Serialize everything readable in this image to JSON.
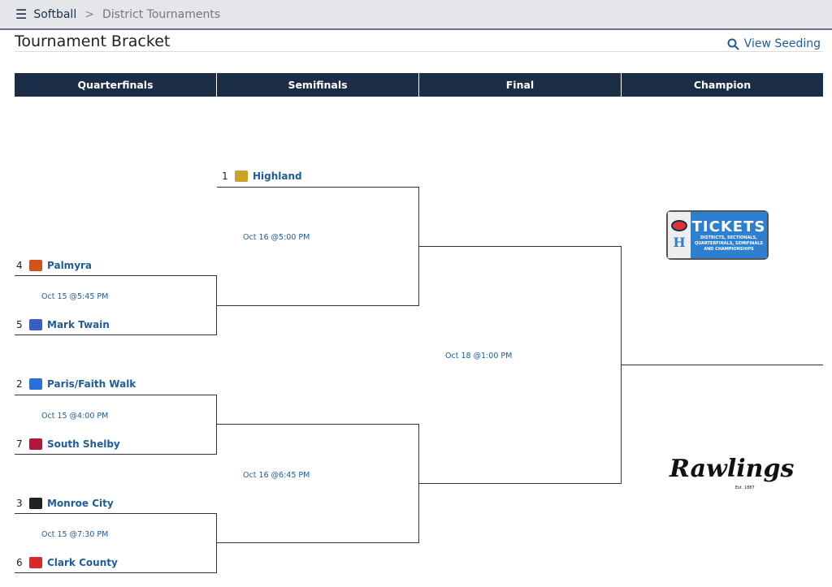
{
  "nav": {
    "menu_icon": "hamburger-icon",
    "breadcrumb": [
      "Softball",
      "District Tournaments"
    ],
    "separator": ">"
  },
  "title": "Tournament Bracket",
  "view_seeding": "View Seeding",
  "rounds": [
    "Quarterfinals",
    "Semifinals",
    "Final",
    "Champion"
  ],
  "teams": {
    "highland": {
      "seed": "1",
      "name": "Highland",
      "color": "#c9a227"
    },
    "palmyra": {
      "seed": "4",
      "name": "Palmyra",
      "color": "#d2521b"
    },
    "marktwain": {
      "seed": "5",
      "name": "Mark Twain",
      "color": "#3b5fc0"
    },
    "paris": {
      "seed": "2",
      "name": "Paris/Faith Walk",
      "color": "#2a6fd6"
    },
    "southshelby": {
      "seed": "7",
      "name": "South Shelby",
      "color": "#b0183a"
    },
    "monroe": {
      "seed": "3",
      "name": "Monroe City",
      "color": "#222222"
    },
    "clark": {
      "seed": "6",
      "name": "Clark County",
      "color": "#d42a2a"
    }
  },
  "dates": {
    "qf1": "Oct 15 @5:45 PM",
    "qf2": "Oct 15 @4:00 PM",
    "qf3": "Oct 15 @7:30 PM",
    "sf1": "Oct 16 @5:00 PM",
    "sf2": "Oct 16 @6:45 PM",
    "final": "Oct 18 @1:00 PM"
  },
  "tickets": {
    "title": "TICKETS",
    "subtitle": "DISTRICTS, SECTIONALS, QUARTERFINALS, SEMIFINALS AND CHAMPIONSHIPS"
  },
  "sponsor": {
    "name": "Rawlings",
    "est": "Est. 1887"
  }
}
